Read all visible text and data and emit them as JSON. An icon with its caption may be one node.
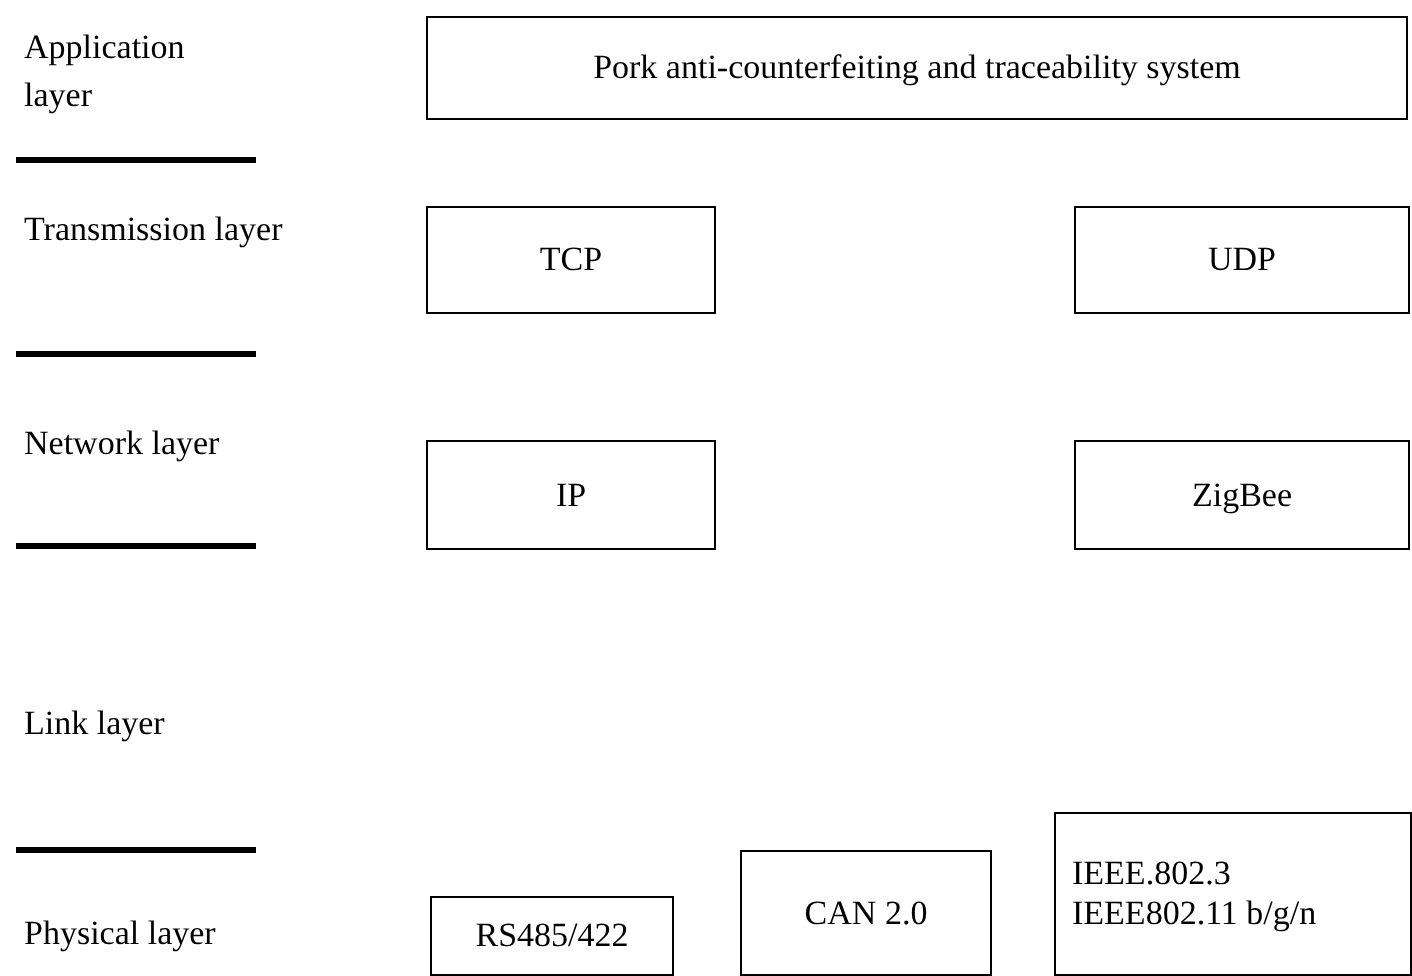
{
  "diagram": {
    "nodes": [
      {
        "text": [
          "Pork anti-counterfeiting and traceability system"
        ]
      },
      {
        "text": [
          "TCP"
        ]
      },
      {
        "text": [
          "UDP"
        ]
      },
      {
        "text": [
          "IP"
        ]
      },
      {
        "text": [
          "ZigBee"
        ]
      },
      {
        "text": [
          "RS485/422"
        ]
      },
      {
        "text": [
          "CAN 2.0"
        ]
      },
      {
        "text": [
          "IEEE.802.3",
          "IEEE802.11 b/g/n"
        ]
      }
    ],
    "labels": [
      "Application layer",
      "Transmission layer",
      "Network layer",
      "Link layer",
      "Physical layer"
    ]
  }
}
